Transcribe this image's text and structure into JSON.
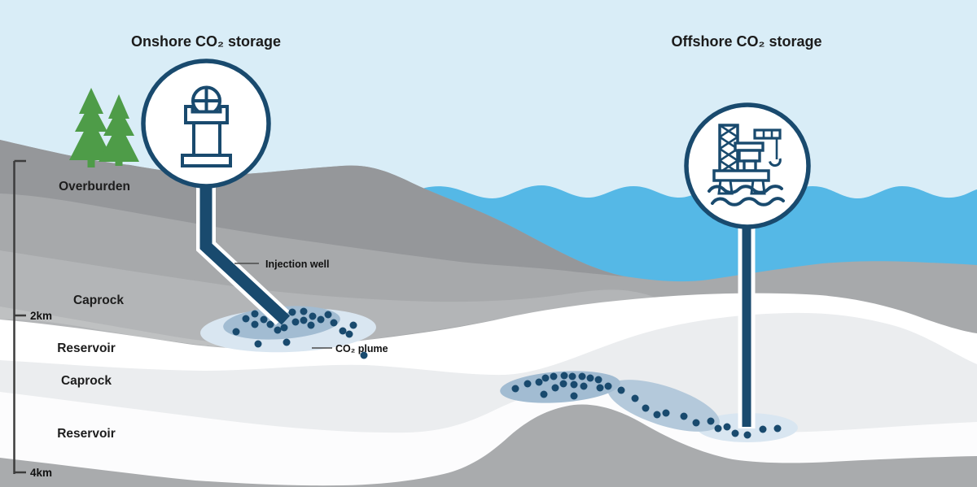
{
  "titles": {
    "onshore": "Onshore CO₂ storage",
    "offshore": "Offshore CO₂ storage"
  },
  "layer_labels": {
    "overburden": "Overburden",
    "caprock1": "Caprock",
    "reservoir1": "Reservoir",
    "caprock2": "Caprock",
    "reservoir2": "Reservoir"
  },
  "depth_scale": {
    "tick_2km": "2km",
    "tick_4km": "4km"
  },
  "annotations": {
    "injection_well": "Injection well",
    "co2_plume": "CO₂ plume"
  },
  "colors": {
    "sky": "#d9edf7",
    "sea": "#55b8e6",
    "navy": "#194a6e",
    "tree": "#4e9c48",
    "gray_dark": "#95979a",
    "gray_mid": "#a7a9ab",
    "gray_light": "#b3b5b7",
    "gray_lighter": "#bfc1c2",
    "reservoir_white": "#ffffff",
    "caprock_light": "#ebedef",
    "reservoir2_white": "#fcfcfd",
    "basement": "#a9abad",
    "plume_deep": "#a2bcd2",
    "plume_mid": "#b4c9db",
    "plume_light": "#d9e6f1",
    "leader": "#4a4a4a",
    "scale_line": "#3c3c3c"
  }
}
